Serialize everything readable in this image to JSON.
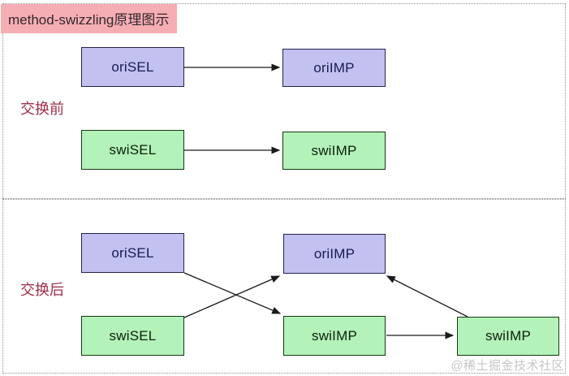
{
  "title": {
    "text": "method-swizzling原理图示"
  },
  "sections": {
    "before": {
      "label": "交换前",
      "nodes": {
        "oriSEL": "oriSEL",
        "oriIMP": "oriIMP",
        "swiSEL": "swiSEL",
        "swiIMP": "swiIMP"
      },
      "edges": [
        {
          "from": "oriSEL",
          "to": "oriIMP"
        },
        {
          "from": "swiSEL",
          "to": "swiIMP"
        }
      ]
    },
    "after": {
      "label": "交换后",
      "nodes": {
        "oriSEL": "oriSEL",
        "oriIMP": "oriIMP",
        "swiSEL": "swiSEL",
        "swiIMP": "swiIMP",
        "swiIMP2": "swiIMP"
      },
      "edges": [
        {
          "from": "oriSEL",
          "to": "swiIMP"
        },
        {
          "from": "swiSEL",
          "to": "oriIMP"
        },
        {
          "from": "swiIMP",
          "to": "swiIMP2"
        },
        {
          "from": "swiIMP2",
          "to": "oriIMP"
        }
      ]
    }
  },
  "watermark": {
    "text": "@稀土掘金技术社区"
  },
  "colors": {
    "title_bg": "#F5AEB4",
    "label_red": "#A12C48",
    "node_purple": "#C2C1F0",
    "node_green": "#B3F2B8",
    "arrow": "#1a1a1a",
    "section_border": "#8f8f8f",
    "watermark_gray": "#c6c6c6"
  }
}
